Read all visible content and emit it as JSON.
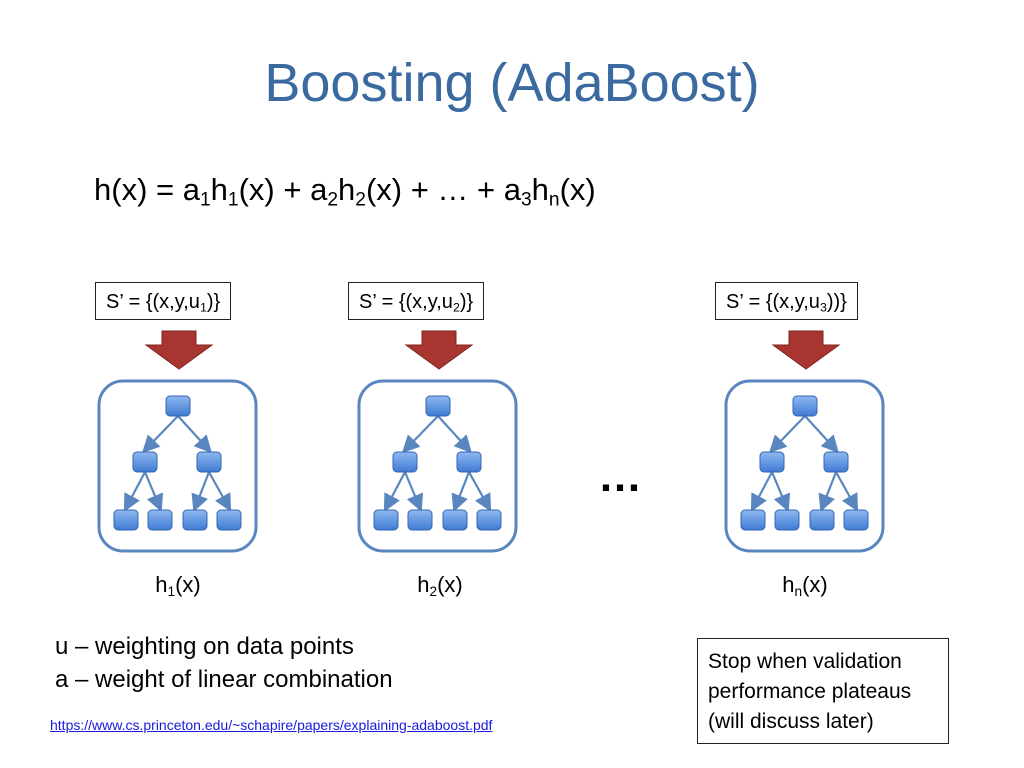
{
  "title": "Boosting (AdaBoost)",
  "formula": {
    "h": "h(x) = a",
    "s1": "1",
    "h1": "h",
    "s2": "1",
    "t1": "(x) + a",
    "s3": "2",
    "h2": "h",
    "s4": "2",
    "t2": "(x) + … + a",
    "s5": "3",
    "hn": "h",
    "s6": "n",
    "t3": "(x)"
  },
  "learners": [
    {
      "set_prefix": "S’ = {(x,y,u",
      "set_sub": "1",
      "set_suffix": ")}",
      "label_prefix": "h",
      "label_sub": "1",
      "label_suffix": "(x)"
    },
    {
      "set_prefix": "S’ = {(x,y,u",
      "set_sub": "2",
      "set_suffix": ")}",
      "label_prefix": "h",
      "label_sub": "2",
      "label_suffix": "(x)"
    },
    {
      "set_prefix": "S’ = {(x,y,u",
      "set_sub": "3",
      "set_suffix": "))}",
      "label_prefix": "h",
      "label_sub": "n",
      "label_suffix": "(x)"
    }
  ],
  "ellipsis": "…",
  "notes": {
    "line1": "u – weighting on data points",
    "line2": "a – weight of linear combination"
  },
  "stop_box": {
    "line1": "Stop when validation",
    "line2": "performance plateaus",
    "line3": "(will discuss later)"
  },
  "link": "https://www.cs.princeton.edu/~schapire/papers/explaining-adaboost.pdf",
  "colors": {
    "title": "#3b6aa0",
    "arrow": "#a8352f",
    "tree_node": "#4a86d8",
    "tree_frame": "#5a86c0"
  },
  "icons": [
    "down-arrow-icon",
    "decision-tree-icon"
  ]
}
